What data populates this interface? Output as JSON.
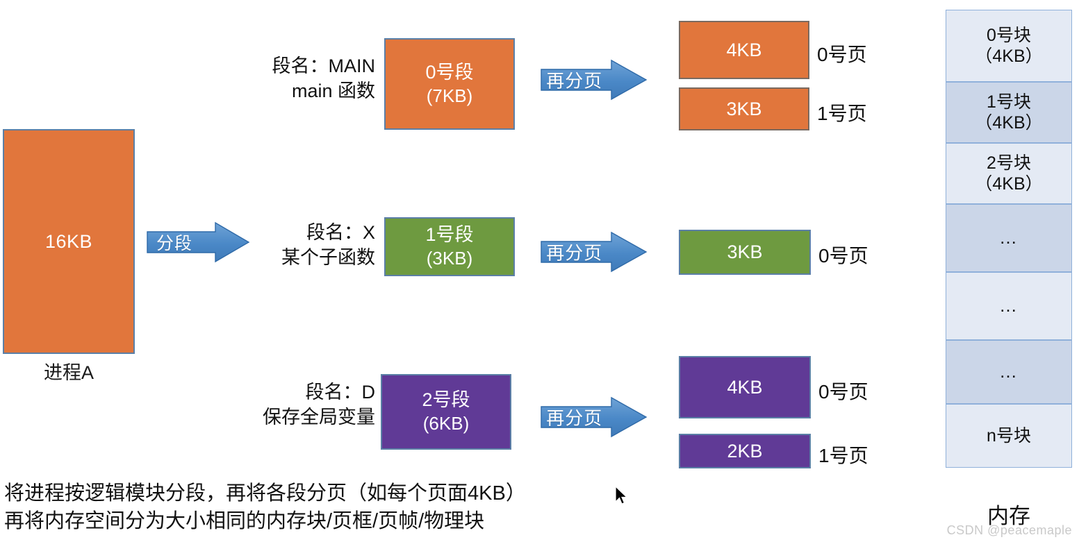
{
  "process": {
    "size_label": "16KB",
    "caption": "进程A",
    "color": "#E1763C"
  },
  "segmentation_arrow": {
    "label": "分段",
    "color": "#4A88C7"
  },
  "paging_arrow_label": "再分页",
  "segments": [
    {
      "name_line1": "段名：MAIN",
      "name_line2": "main 函数",
      "box_title": "0号段",
      "box_size": "(7KB)",
      "color": "#E1763C",
      "pages": [
        {
          "size": "4KB",
          "label": "0号页"
        },
        {
          "size": "3KB",
          "label": "1号页"
        }
      ]
    },
    {
      "name_line1": "段名：X",
      "name_line2": "某个子函数",
      "box_title": "1号段",
      "box_size": "(3KB)",
      "color": "#6E9A40",
      "pages": [
        {
          "size": "3KB",
          "label": "0号页"
        }
      ]
    },
    {
      "name_line1": "段名：D",
      "name_line2": "保存全局变量",
      "box_title": "2号段",
      "box_size": "(6KB)",
      "color": "#603A96",
      "pages": [
        {
          "size": "4KB",
          "label": "0号页"
        },
        {
          "size": "2KB",
          "label": "1号页"
        }
      ]
    }
  ],
  "memory": {
    "caption": "内存",
    "light_color": "#E4EAF4",
    "dark_color": "#CBD6E8",
    "blocks": [
      {
        "line1": "0号块",
        "line2": "（4KB）"
      },
      {
        "line1": "1号块",
        "line2": "（4KB）"
      },
      {
        "line1": "2号块",
        "line2": "（4KB）"
      },
      {
        "line1": "…",
        "line2": ""
      },
      {
        "line1": "…",
        "line2": ""
      },
      {
        "line1": "…",
        "line2": ""
      },
      {
        "line1": "n号块",
        "line2": ""
      }
    ]
  },
  "bottom_note": {
    "line1": "将进程按逻辑模块分段，再将各段分页（如每个页面4KB）",
    "line2": "再将内存空间分为大小相同的内存块/页框/页帧/物理块"
  },
  "watermark": "CSDN @peacemaple"
}
